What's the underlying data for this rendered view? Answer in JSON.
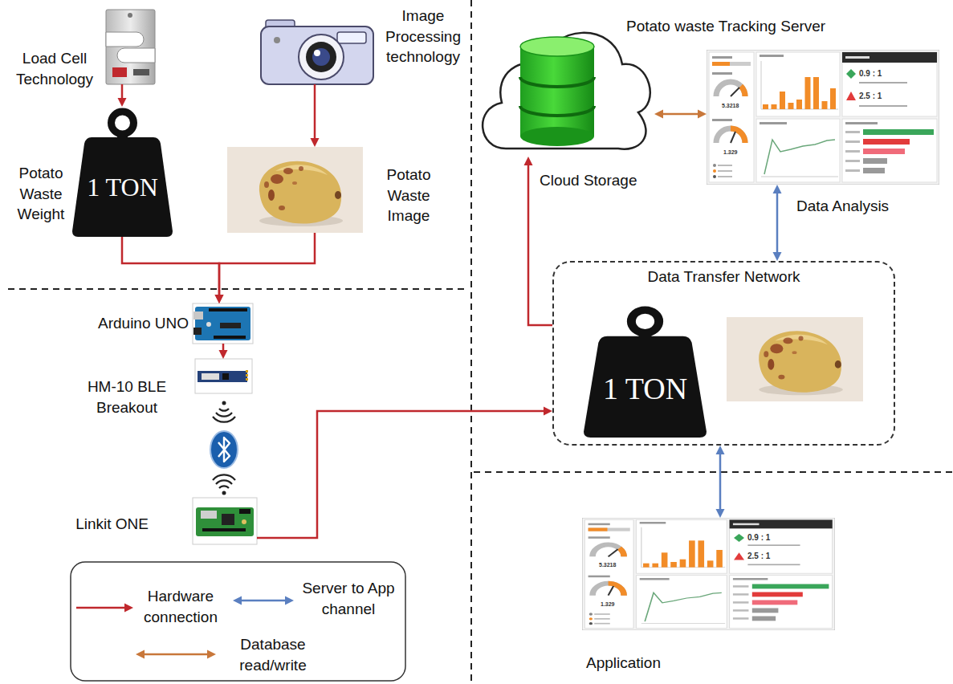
{
  "diagram": {
    "nodes": [
      {
        "text": [
          "Load Cell Technology"
        ]
      },
      {
        "text": [
          "Image Processing technology"
        ]
      },
      {
        "text": [
          "Potato Waste Weight",
          "1 TON"
        ]
      },
      {
        "text": [
          "Potato Waste Image"
        ]
      },
      {
        "text": [
          "Arduino UNO"
        ]
      },
      {
        "text": [
          "HM-10 BLE Breakout"
        ]
      },
      {
        "text": [
          "Linkit ONE"
        ]
      },
      {
        "text": [
          "Cloud Storage"
        ]
      },
      {
        "text": [
          "Potato waste Tracking Server"
        ]
      },
      {
        "text": [
          "Data Transfer Network"
        ]
      },
      {
        "text": [
          "1 TON"
        ],
        "in": 9
      },
      {
        "text": [
          "Application"
        ]
      }
    ],
    "edges": [
      {
        "from": 0,
        "to": 2,
        "arrow": "to"
      },
      {
        "from": 1,
        "to": 3,
        "arrow": "to"
      },
      {
        "from": 2,
        "to": 4,
        "arrow": "to"
      },
      {
        "from": 3,
        "to": 4,
        "arrow": "to"
      },
      {
        "from": 4,
        "to": 5,
        "arrow": "to"
      },
      {
        "from": 6,
        "to": 9,
        "arrow": "to"
      },
      {
        "from": 9,
        "to": 7,
        "arrow": "to"
      },
      {
        "from": 7,
        "to": 8,
        "arrow": "both"
      },
      {
        "from": 8,
        "to": 9,
        "label": "Data Analysis",
        "arrow": "both"
      },
      {
        "from": 9,
        "to": 11,
        "arrow": "both"
      }
    ],
    "labels": [
      "0.9 : 1",
      "2.5 : 1",
      "5.3218",
      "1.329",
      "0.9 : 1",
      "2.5 : 1",
      "5.3218",
      "1.329"
    ],
    "legend": [
      {
        "text": "Hardware connection"
      },
      {
        "text": "Server to App channel"
      },
      {
        "text": "Database read/write"
      }
    ]
  }
}
